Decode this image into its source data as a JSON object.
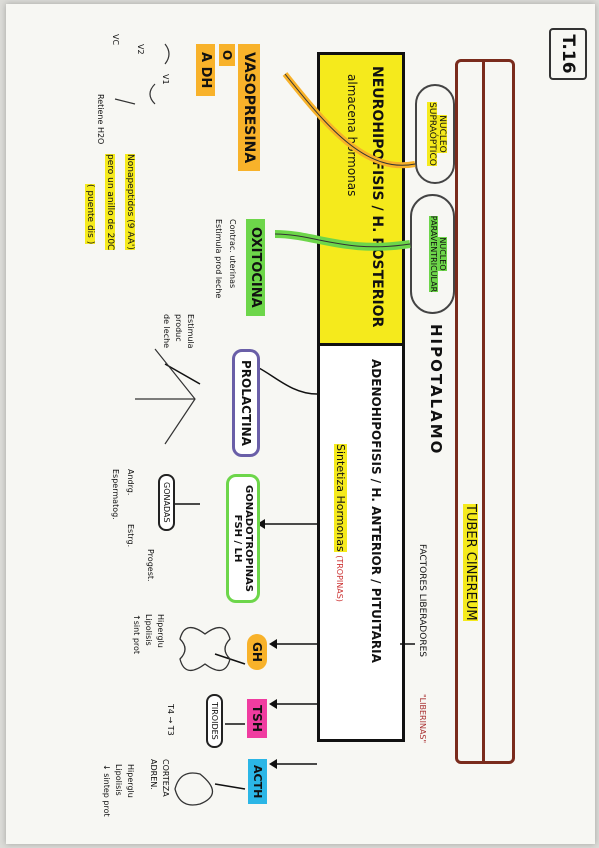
{
  "title": "T.16",
  "hipotalamo": {
    "label": "HIPOTALAMO",
    "nucleo_supraoptico": "NUCLEO SUPRAÓPTICO",
    "nucleo_paraventricular": "NUCLEO PARAVENTRICULAR",
    "tuber": "TUBER CINEREUM",
    "factores": "FACTORES LIBERADORES",
    "liberinas": "\"LIBERINAS\""
  },
  "neurohipofisis": {
    "label": "NEUROHIPOFISIS / H. POSTERIOR",
    "sub": "almacena hormonas"
  },
  "adenohipofisis": {
    "label": "ADENOHIPOFISIS / H. ANTERIOR / PITUITARIA",
    "sub": "Sintetiza Hormonas",
    "trofinas": "(TROPINAS)"
  },
  "vasopresina": {
    "label": "VASOPRESINA",
    "o": "O",
    "adh": "A DH",
    "retiene": "Retiene H2O",
    "vc": "VC",
    "v1": "V1",
    "v2": "V2",
    "nonapeptido": "Nonapeptidos (9 AA')",
    "puente": "pero un anillo de 20C",
    "puente2": "( puente dis )"
  },
  "oxitocina": {
    "label": "OXITOCINA",
    "note1": "Contrac. uterinas",
    "note2": "Estimula prod leche"
  },
  "prolactina": {
    "label": "PROLACTINA",
    "note1": "Estimula",
    "note2": "produc",
    "note3": "de leche"
  },
  "gonadotropinas": {
    "label": "GONADOTROPINAS",
    "sub": "FSH / LH",
    "gonadas": "GONADAS",
    "andrg": "Andrg.",
    "esperm": "Espermatog.",
    "estrg": "Estrg.",
    "progest": "Progest."
  },
  "gh": {
    "label": "GH",
    "note1": "Hiperglu",
    "note2": "Lipolisis",
    "note3": "↑sint prot"
  },
  "tsh": {
    "label": "TSH",
    "tiroides": "TIROIDES",
    "t4t3": "T4 → T3"
  },
  "acth": {
    "label": "ACTH",
    "corteza": "CORTEZA",
    "adren": "ADREN.",
    "note1": "Hiperglu",
    "note2": "Lipolisis",
    "note3": "↓ sintep prot"
  },
  "colors": {
    "brown": "#7a2b1c",
    "yellow": "#f5ea1c",
    "orange": "#f8b22a",
    "green": "#6dd64a",
    "pink": "#f03ca0",
    "cyan": "#2bb6e6",
    "purple": "#6a5fa8"
  }
}
